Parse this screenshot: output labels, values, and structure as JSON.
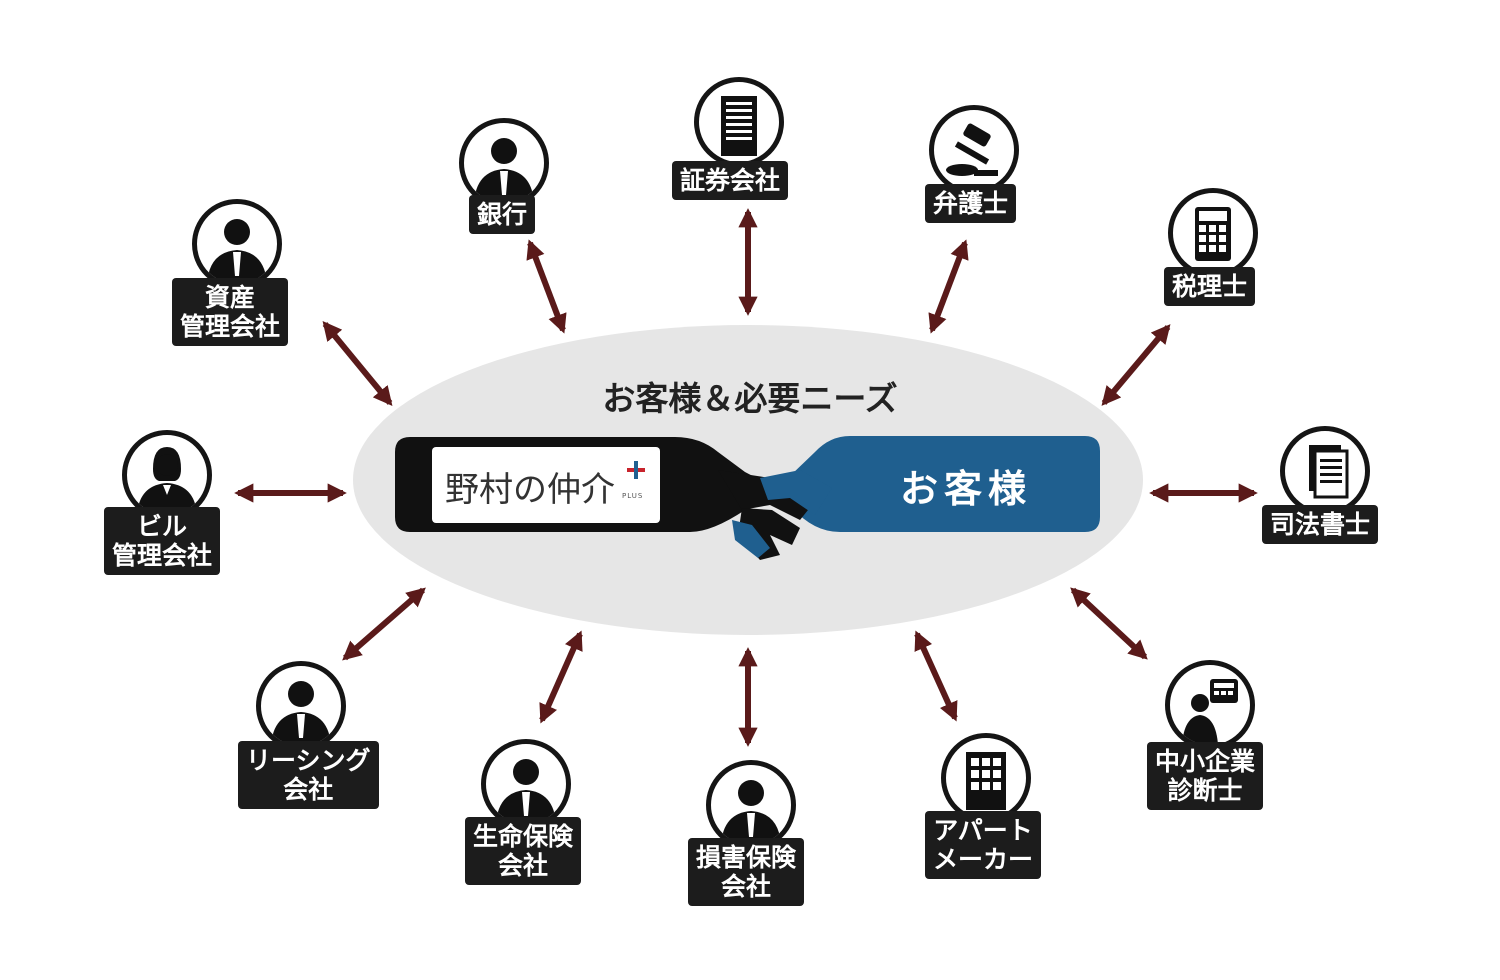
{
  "center": {
    "title": "お客様＆必要ニーズ",
    "left_brand": "野村の仲介",
    "left_brand_plus": "PLUS",
    "right_label": "お客様"
  },
  "partners": [
    {
      "id": "bank",
      "label": "銀行",
      "icon": "businessman-icon"
    },
    {
      "id": "securities",
      "label": "証券会社",
      "icon": "office-building-icon"
    },
    {
      "id": "lawyer",
      "label": "弁護士",
      "icon": "gavel-icon"
    },
    {
      "id": "tax-accountant",
      "label": "税理士",
      "icon": "calculator-icon"
    },
    {
      "id": "judicial-scrivener",
      "label": "司法書士",
      "icon": "document-icon"
    },
    {
      "id": "sme-consultant",
      "label": "中小企業\n診断士",
      "icon": "consultant-icon"
    },
    {
      "id": "apartment-maker",
      "label": "アパート\nメーカー",
      "icon": "apartment-icon"
    },
    {
      "id": "non-life-insurance",
      "label": "損害保険\n会社",
      "icon": "businessman-icon"
    },
    {
      "id": "life-insurance",
      "label": "生命保険\n会社",
      "icon": "businessman-icon"
    },
    {
      "id": "leasing",
      "label": "リーシング\n会社",
      "icon": "businessman-icon"
    },
    {
      "id": "building-management",
      "label": "ビル\n管理会社",
      "icon": "businesswoman-icon"
    },
    {
      "id": "asset-management",
      "label": "資産\n管理会社",
      "icon": "businessman-icon"
    }
  ],
  "colors": {
    "arrow": "#5a1a1a",
    "label_bg": "#1c1c1c",
    "ellipse": "#e6e6e6",
    "customer_blue": "#1f5f8f"
  }
}
